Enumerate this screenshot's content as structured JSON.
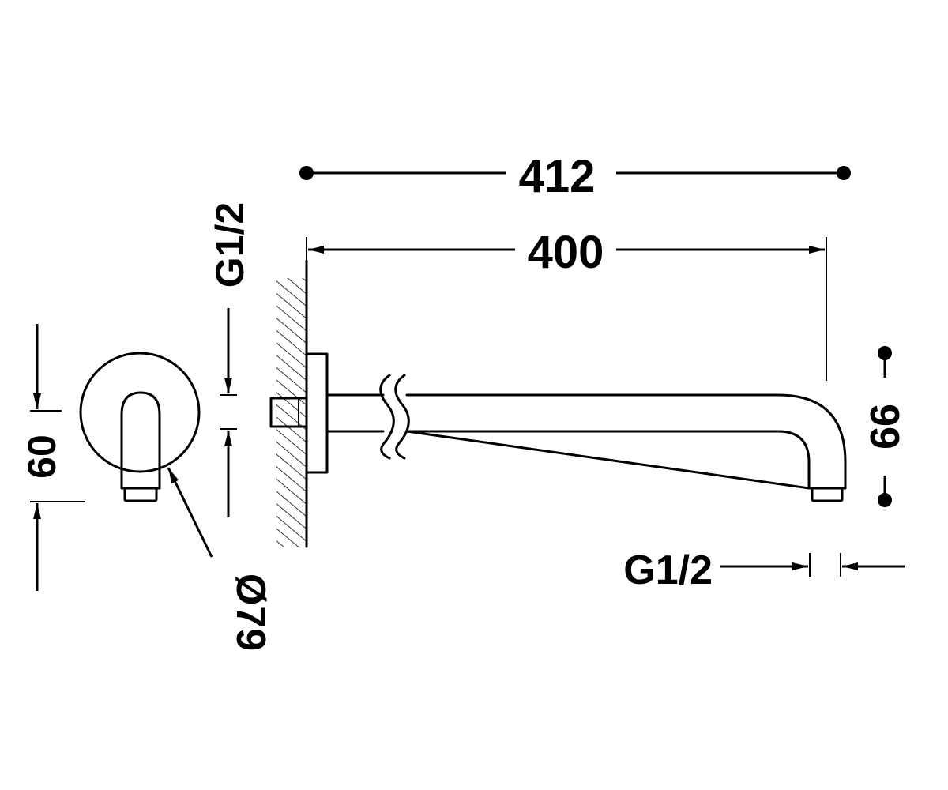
{
  "dimensions": {
    "overall_length": "412",
    "arm_length": "400",
    "drop_height": "99",
    "flange_height": "60",
    "flange_diameter": "Ø79",
    "thread_inlet": "G1/2",
    "thread_outlet": "G1/2"
  },
  "colors": {
    "line": "#000000",
    "background": "#ffffff"
  }
}
